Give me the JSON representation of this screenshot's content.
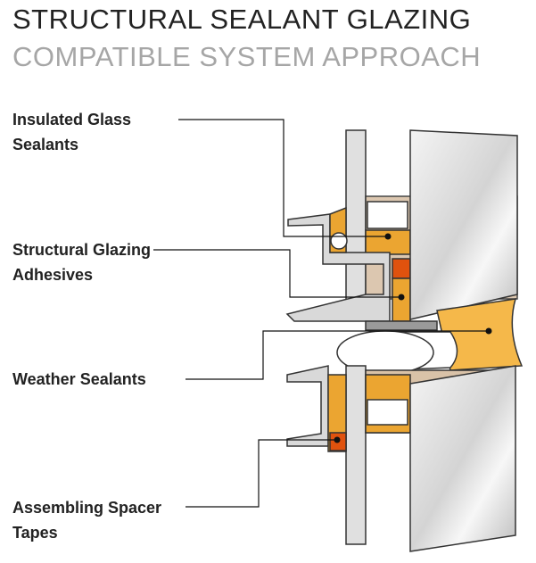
{
  "title": "STRUCTURAL SEALANT GLAZING",
  "subtitle": "COMPATIBLE SYSTEM APPROACH",
  "callouts": [
    {
      "label": "Insulated Glass Sealants"
    },
    {
      "label": "Structural Glazing Adhesives"
    },
    {
      "label": "Weather Sealants"
    },
    {
      "label": "Assembling Spacer Tapes"
    }
  ],
  "colors": {
    "sealant": "#eba531",
    "adhesive_red": "#e0520e",
    "frame": "#d9d9d9",
    "glass": "#e8e8e8",
    "outline": "#333333"
  }
}
